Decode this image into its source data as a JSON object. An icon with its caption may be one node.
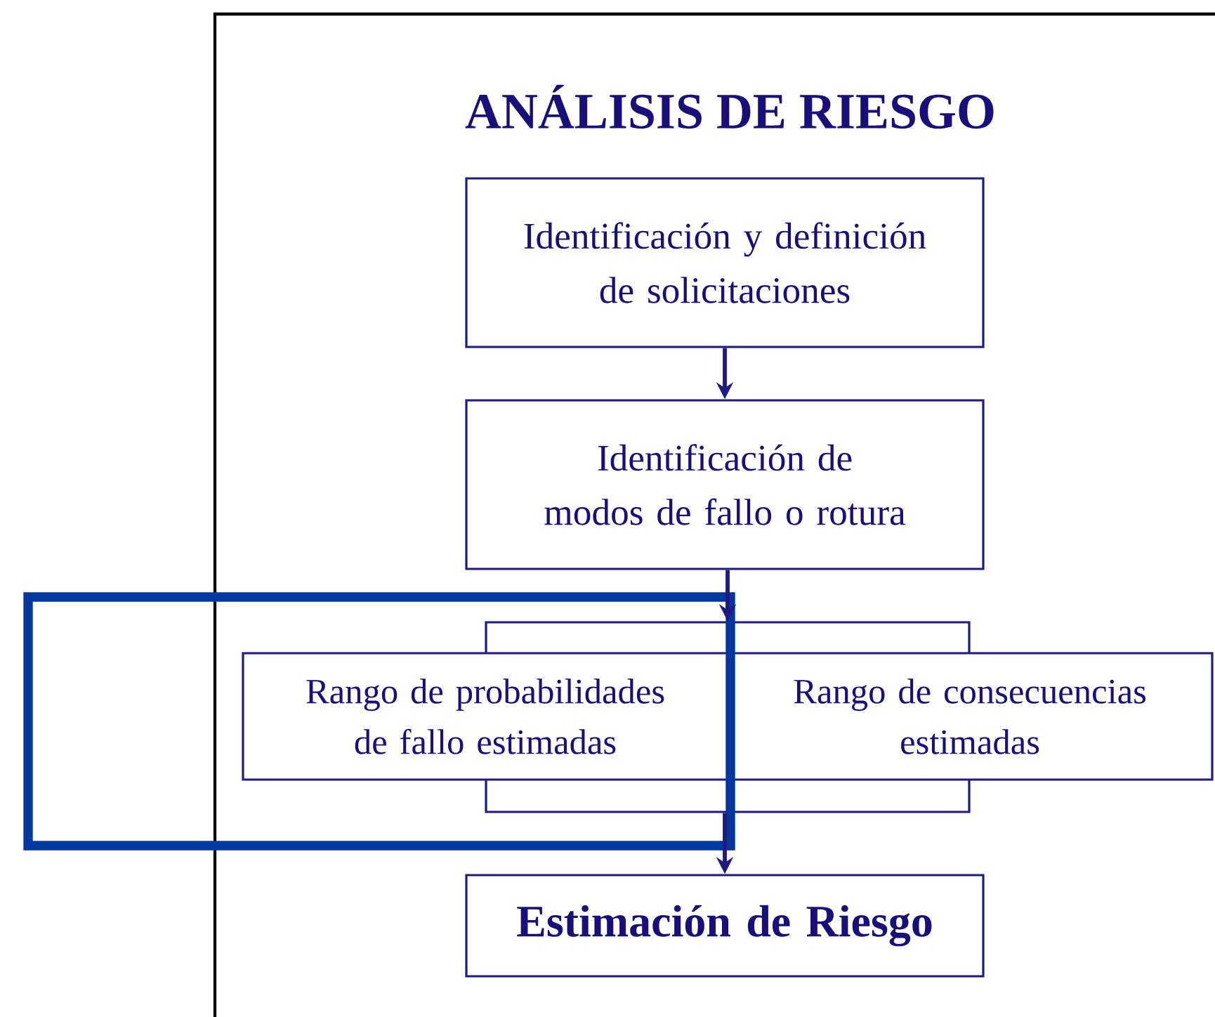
{
  "diagram": {
    "title": "ANÁLISIS DE RIESGO",
    "nodes": [
      {
        "text": [
          "Identificación y definición de solicitaciones"
        ]
      },
      {
        "text": [
          "Identificación de modos de fallo o rotura"
        ]
      },
      {
        "text": [],
        "shape": "box"
      },
      {
        "text": [
          "Rango de probabilidades de fallo estimadas"
        ]
      },
      {
        "text": [
          "Rango de consecuencias estimadas"
        ]
      },
      {
        "text": [
          "Estimación de Riesgo"
        ]
      }
    ],
    "edges": [
      {
        "from": 0,
        "to": 1,
        "arrow": "to"
      },
      {
        "from": 1,
        "to": 2,
        "arrow": "to"
      },
      {
        "from": 2,
        "to": 5,
        "arrow": "to"
      }
    ]
  }
}
